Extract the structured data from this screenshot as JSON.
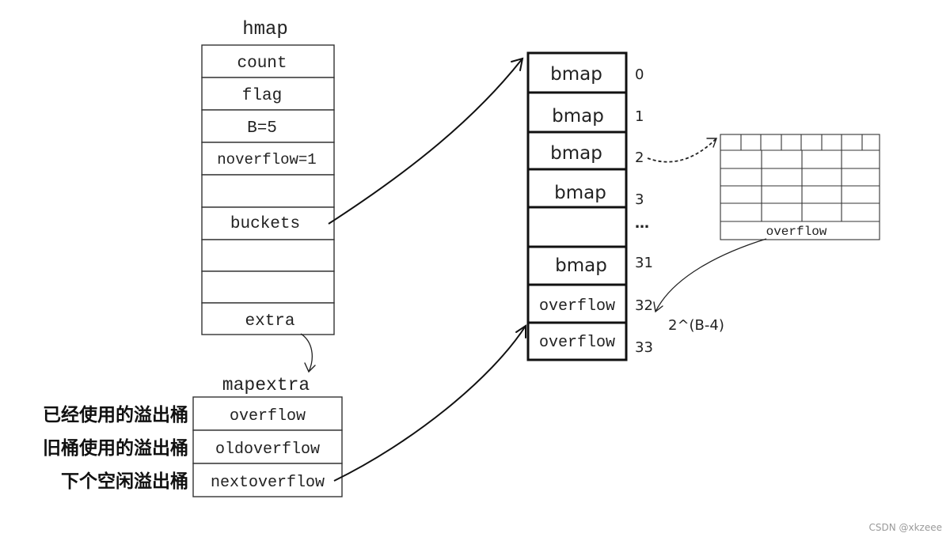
{
  "hmap": {
    "title": "hmap",
    "fields": [
      "count",
      "flag",
      "B=5",
      "noverflow=1",
      "",
      "buckets",
      "",
      "",
      "extra"
    ]
  },
  "mapextra": {
    "title": "mapextra",
    "fields": [
      "overflow",
      "oldoverflow",
      "nextoverflow"
    ],
    "notes": [
      "已经使用的溢出桶",
      "旧桶使用的溢出桶",
      "下个空闲溢出桶"
    ]
  },
  "buckets": {
    "cells": [
      "bmap",
      "bmap",
      "bmap",
      "bmap",
      "",
      "bmap",
      "overflow",
      "overflow"
    ],
    "indices": [
      "0",
      "1",
      "2",
      "3",
      "…",
      "31",
      "32",
      "33"
    ]
  },
  "bmap_detail": {
    "footer": "overflow"
  },
  "annotation": "2^(B-4)",
  "watermark": "CSDN @xkzeee"
}
